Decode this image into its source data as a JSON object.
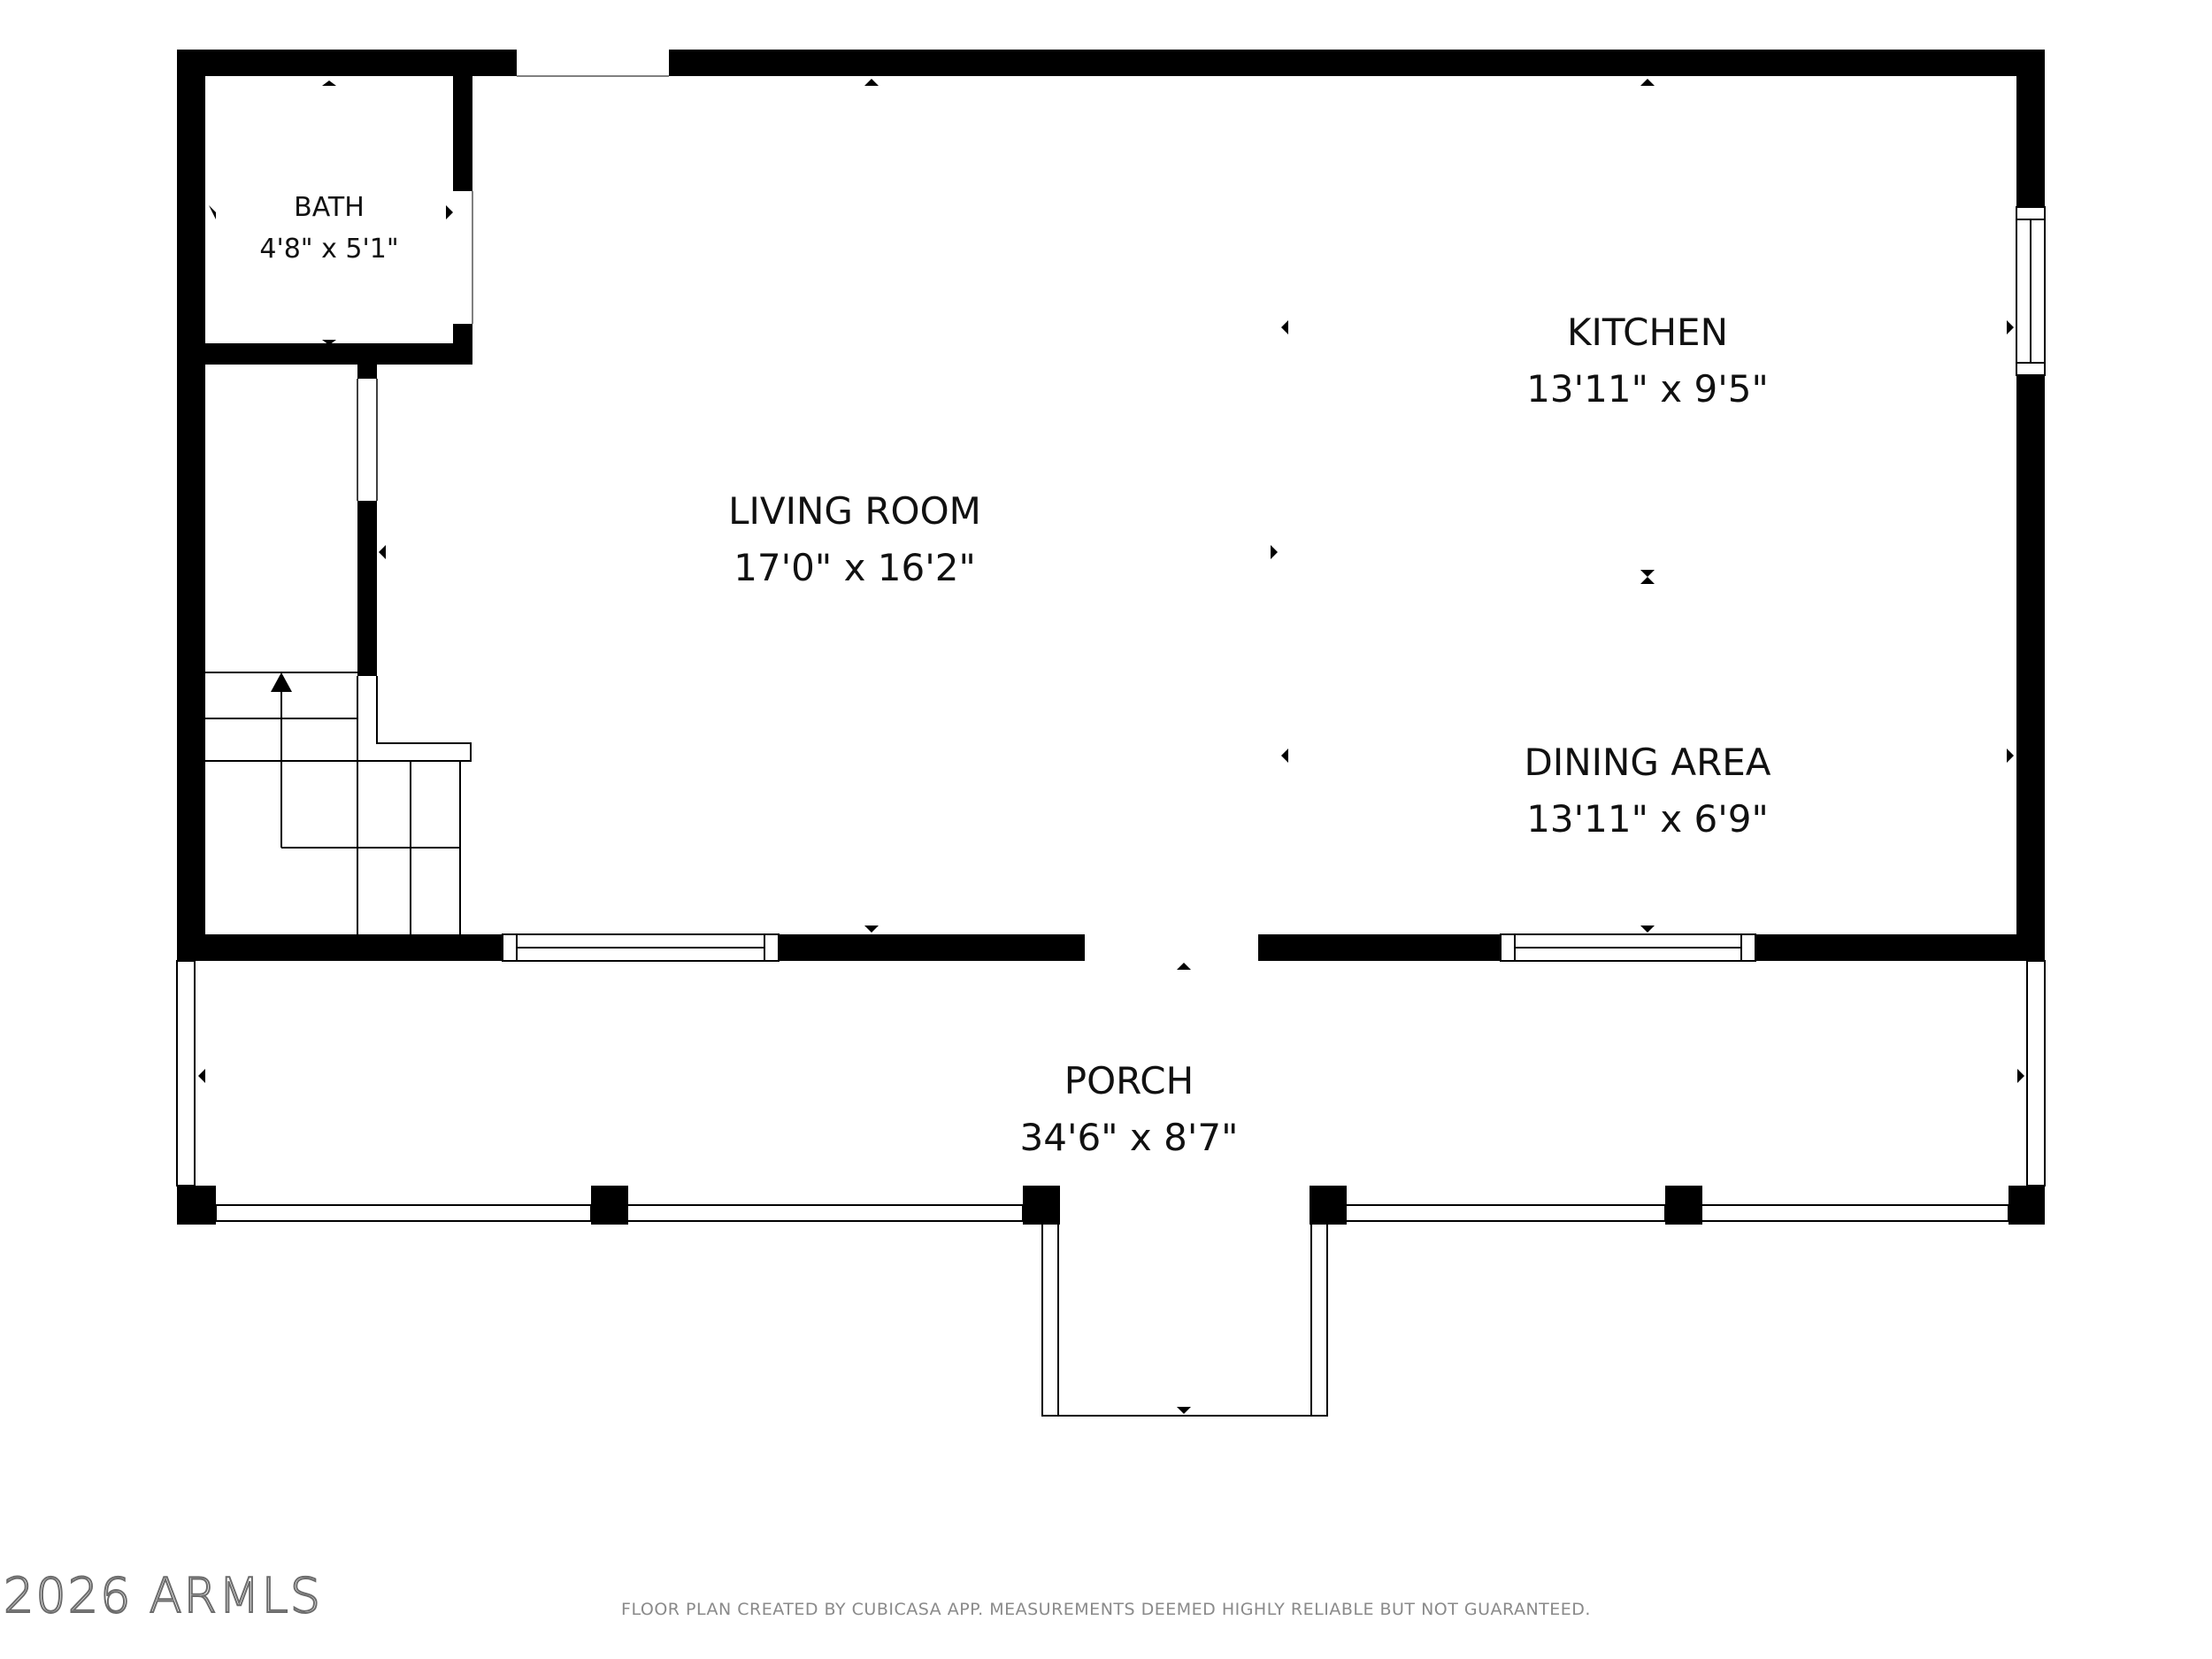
{
  "rooms": {
    "bath": {
      "name": "BATH",
      "dims": "4'8\" x 5'1\""
    },
    "living_room": {
      "name": "LIVING ROOM",
      "dims": "17'0\" x 16'2\""
    },
    "kitchen": {
      "name": "KITCHEN",
      "dims": "13'11\" x 9'5\""
    },
    "dining_area": {
      "name": "DINING AREA",
      "dims": "13'11\" x 6'9\""
    },
    "porch": {
      "name": "PORCH",
      "dims": "34'6\" x 8'7\""
    }
  },
  "watermark": "2026 ARMLS",
  "disclaimer": "FLOOR PLAN CREATED BY CUBICASA APP. MEASUREMENTS DEEMED HIGHLY RELIABLE BUT NOT GUARANTEED.",
  "colors": {
    "wall": "#000000",
    "background": "#ffffff",
    "text": "#111111",
    "footer_text": "#8a8a8a"
  }
}
